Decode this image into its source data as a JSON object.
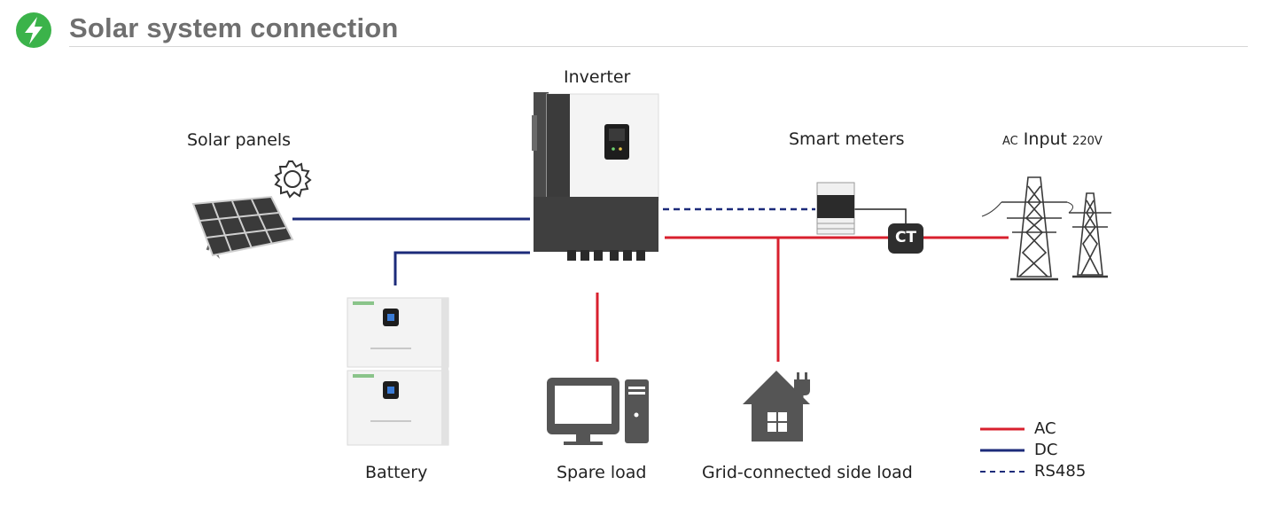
{
  "header": {
    "title": "Solar system connection",
    "icon": "lightning-bolt-icon"
  },
  "colors": {
    "ac": "#d8202e",
    "dc": "#1c2b7a",
    "rs485": "#1c2b7a",
    "accent": "#3bb34a",
    "title": "#6f6f6f"
  },
  "nodes": {
    "inverter": "Inverter",
    "solar_panels": "Solar panels",
    "smart_meters": "Smart meters",
    "ac_input": {
      "prefix": "AC",
      "main": "Input",
      "suffix": "220V"
    },
    "battery": "Battery",
    "spare_load": "Spare load",
    "grid_load": "Grid-connected side load",
    "ct": "CT"
  },
  "legend": {
    "ac": "AC",
    "dc": "DC",
    "rs485": "RS485"
  }
}
